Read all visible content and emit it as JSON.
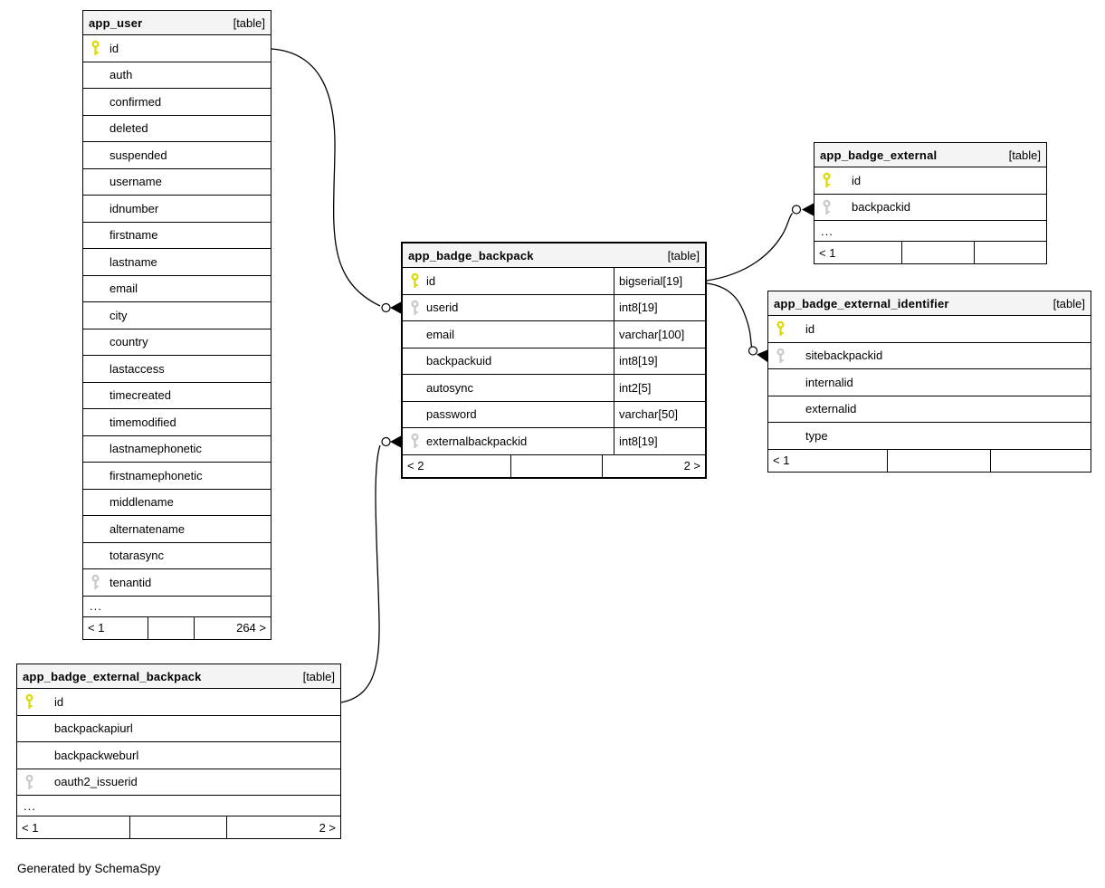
{
  "diagram": {
    "tables": [
      {
        "name": "app_user",
        "tag": "[table]",
        "columns": [
          {
            "name": "id",
            "key": "pk"
          },
          {
            "name": "auth"
          },
          {
            "name": "confirmed"
          },
          {
            "name": "deleted"
          },
          {
            "name": "suspended"
          },
          {
            "name": "username"
          },
          {
            "name": "idnumber"
          },
          {
            "name": "firstname"
          },
          {
            "name": "lastname"
          },
          {
            "name": "email"
          },
          {
            "name": "city"
          },
          {
            "name": "country"
          },
          {
            "name": "lastaccess"
          },
          {
            "name": "timecreated"
          },
          {
            "name": "timemodified"
          },
          {
            "name": "lastnamephonetic"
          },
          {
            "name": "firstnamephonetic"
          },
          {
            "name": "middlename"
          },
          {
            "name": "alternatename"
          },
          {
            "name": "totarasync"
          },
          {
            "name": "tenantid",
            "key": "fk"
          }
        ],
        "more": "...",
        "footer": [
          "< 1",
          "",
          "264 >"
        ]
      },
      {
        "name": "app_badge_backpack",
        "tag": "[table]",
        "emphasized": true,
        "columns": [
          {
            "name": "id",
            "type": "bigserial[19]",
            "key": "pk"
          },
          {
            "name": "userid",
            "type": "int8[19]",
            "key": "fk"
          },
          {
            "name": "email",
            "type": "varchar[100]"
          },
          {
            "name": "backpackuid",
            "type": "int8[19]"
          },
          {
            "name": "autosync",
            "type": "int2[5]"
          },
          {
            "name": "password",
            "type": "varchar[50]"
          },
          {
            "name": "externalbackpackid",
            "type": "int8[19]",
            "key": "fk"
          }
        ],
        "footer": [
          "< 2",
          "",
          "2 >"
        ]
      },
      {
        "name": "app_badge_external",
        "tag": "[table]",
        "columns": [
          {
            "name": "id",
            "key": "pk"
          },
          {
            "name": "backpackid",
            "key": "fk"
          }
        ],
        "more": "...",
        "footer": [
          "< 1",
          "",
          ""
        ]
      },
      {
        "name": "app_badge_external_identifier",
        "tag": "[table]",
        "columns": [
          {
            "name": "id",
            "key": "pk"
          },
          {
            "name": "sitebackpackid",
            "key": "fk"
          },
          {
            "name": "internalid"
          },
          {
            "name": "externalid"
          },
          {
            "name": "type"
          }
        ],
        "footer": [
          "< 1",
          "",
          ""
        ]
      },
      {
        "name": "app_badge_external_backpack",
        "tag": "[table]",
        "columns": [
          {
            "name": "id",
            "key": "pk"
          },
          {
            "name": "backpackapiurl"
          },
          {
            "name": "backpackweburl"
          },
          {
            "name": "oauth2_issuerid",
            "key": "fk"
          }
        ],
        "more": "...",
        "footer": [
          "< 1",
          "",
          "2 >"
        ]
      }
    ],
    "relationships": [
      {
        "from": "app_user.id",
        "to": "app_badge_backpack.userid"
      },
      {
        "from": "app_badge_backpack.id",
        "to": "app_badge_external.backpackid"
      },
      {
        "from": "app_badge_backpack.id",
        "to": "app_badge_external_identifier.sitebackpackid"
      },
      {
        "from": "app_badge_external_backpack.id",
        "to": "app_badge_backpack.externalbackpackid"
      }
    ],
    "credit": "Generated by SchemaSpy"
  },
  "colors": {
    "pk": "#dada00",
    "fk": "#c8c8c8",
    "header_bg": "#f4f4f4",
    "line": "#000000"
  }
}
